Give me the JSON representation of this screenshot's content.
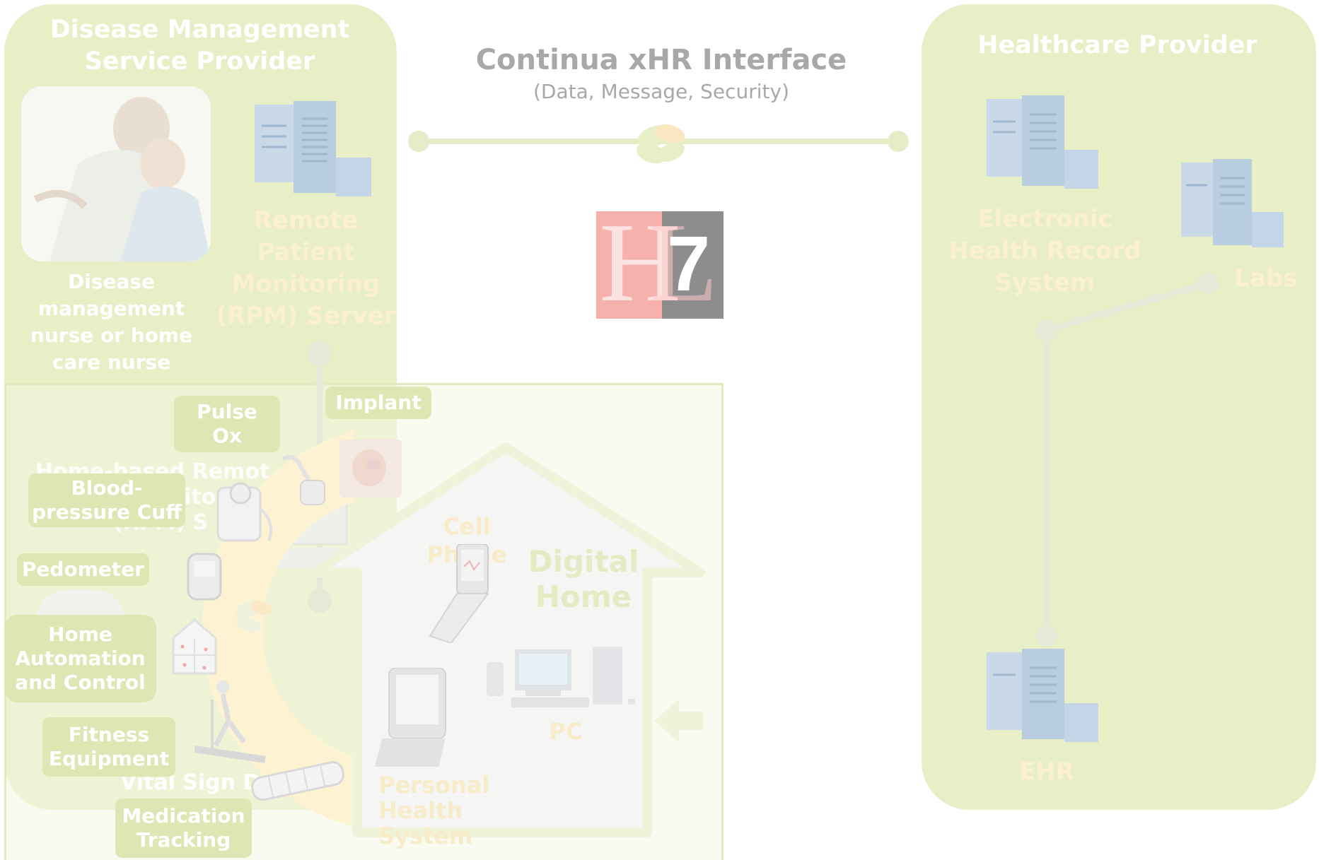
{
  "xhr_interface": {
    "title": "Continua xHR Interface",
    "subtitle": "(Data, Message, Security)"
  },
  "dmsp": {
    "title_line1": "Disease Management",
    "title_line2": "Service Provider",
    "nurse_label": [
      "Disease",
      "management",
      "nurse or home",
      "care nurse"
    ],
    "rpm_server_label": [
      "Remote",
      "Patient",
      "Monitoring",
      "(RPM) Server"
    ]
  },
  "healthcare_provider": {
    "title": "Healthcare Provider",
    "ehr_system_label": [
      "Electronic",
      "Health Record",
      "System"
    ],
    "labs_label": "Labs",
    "ehr_label": "EHR"
  },
  "home": {
    "obscured_caption": [
      "Home-based Remot",
      "ito",
      "(RPM) S"
    ],
    "vital_sign_caption": "Vital Sign D",
    "digital_home_label": [
      "Digital",
      "Home"
    ],
    "cell_phone_label": "Cell Phone",
    "pc_label": "PC",
    "phs_label": [
      "Personal",
      "Health System"
    ]
  },
  "device_tags": {
    "pulse_ox": [
      "Pulse",
      "Ox"
    ],
    "implant": "Implant",
    "bp_cuff": [
      "Blood-",
      "pressure Cuff"
    ],
    "pedometer": "Pedometer",
    "home_automation": [
      "Home",
      "Automation",
      "and Control"
    ],
    "fitness": [
      "Fitness",
      "Equipment"
    ],
    "medication": [
      "Medication",
      "Tracking"
    ]
  },
  "hl7_logo": {
    "text_h": "H",
    "text_l": "L",
    "text_7": "7"
  },
  "colors": {
    "panel_fill": "#e8eec6",
    "tag_fill": "#dde7b4",
    "ring_fill": "#fdf3d2",
    "connector": "#e6edc6",
    "title_gray": "#a8a8a8"
  }
}
